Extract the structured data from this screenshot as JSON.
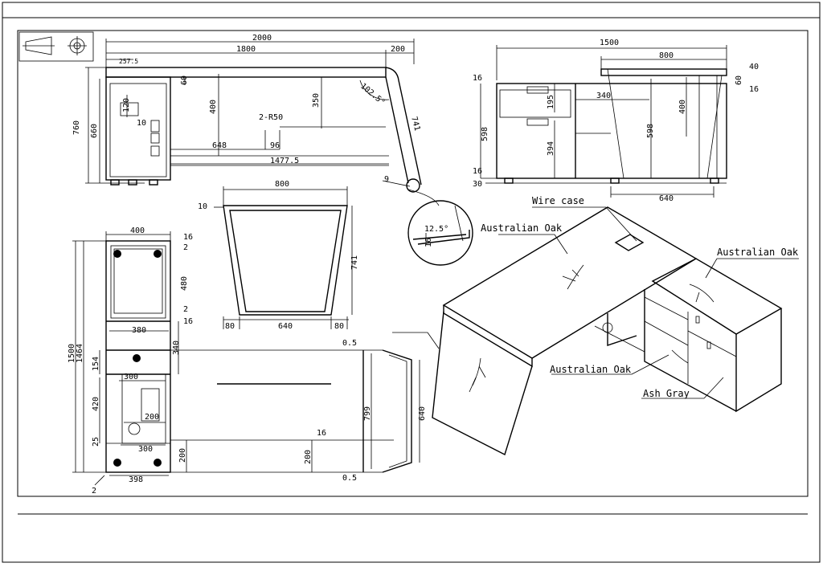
{
  "labels": {
    "wire_case": "Wire case",
    "australian_oak_1": "Australian Oak",
    "australian_oak_2": "Australian Oak",
    "australian_oak_3": "Australian Oak",
    "ash_gray": "Ash Gray"
  },
  "top_view": {
    "d2000": "2000",
    "d1800": "1800",
    "d200": "200",
    "d257": "257.5",
    "d760": "760",
    "d660": "660",
    "d60": "60",
    "d400": "400",
    "d120": "120",
    "d10": "10",
    "d350": "350",
    "r2": "2-R50",
    "d648": "648",
    "d96": "96",
    "d1477": "1477.5",
    "a1025": "102.5°",
    "d741": "741",
    "d9": "9"
  },
  "front_view": {
    "d1500": "1500",
    "d800": "800",
    "d40": "40",
    "d60": "60",
    "d16a": "16",
    "d16b": "16",
    "d16c": "16",
    "d340": "340",
    "d195": "195",
    "d598a": "598",
    "d598b": "598",
    "d400": "400",
    "d394": "394",
    "d30": "30",
    "d640": "640"
  },
  "leg_view": {
    "d800": "800",
    "d10": "10",
    "d741": "741",
    "d80a": "80",
    "d640": "640",
    "d80b": "80"
  },
  "detail": {
    "angle": "12.5°",
    "d16": "16"
  },
  "plan_view": {
    "d400": "400",
    "d16a": "16",
    "d2a": "2",
    "d480": "480",
    "d2b": "2",
    "d16b": "16",
    "d380": "380",
    "d340": "340",
    "d1500": "1500",
    "d1464": "1464",
    "d154": "154",
    "d300a": "300",
    "d420": "420",
    "d200a": "200",
    "d25": "25",
    "d300b": "300",
    "d200b": "200",
    "d398": "398",
    "d2c": "2",
    "d05a": "0.5",
    "d799": "799",
    "d640": "640",
    "d16c": "16",
    "d200c": "200",
    "d05b": "0.5"
  },
  "colors": {
    "line": "#000000",
    "background": "#ffffff"
  }
}
